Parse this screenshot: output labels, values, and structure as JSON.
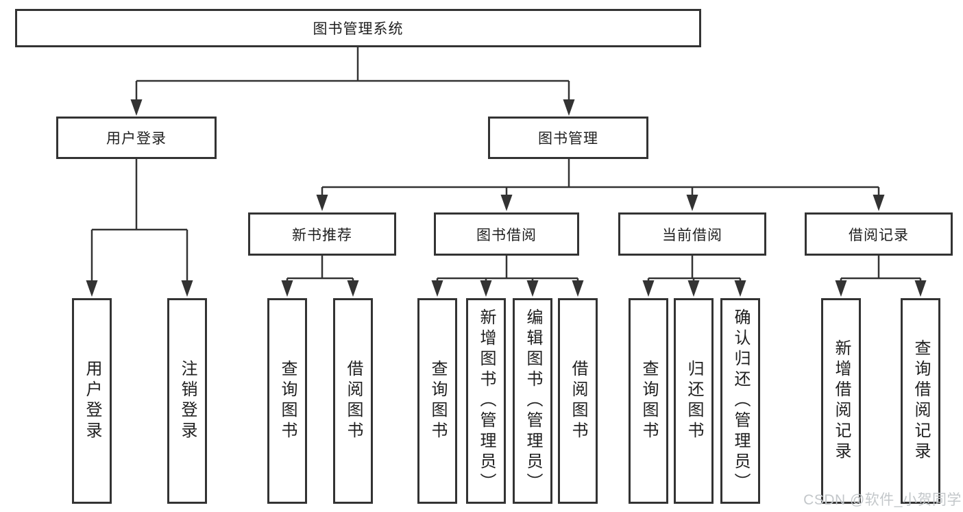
{
  "colors": {
    "line": "#333333",
    "text": "#1f1f1f",
    "background": "#ffffff",
    "watermark": "#c3c7ca"
  },
  "watermark": {
    "text": "CSDN @软件_小贺同学"
  },
  "tree": {
    "label": "图书管理系统",
    "children": [
      {
        "label": "用户登录",
        "children": [
          {
            "label": "用户登录"
          },
          {
            "label": "注销登录"
          }
        ]
      },
      {
        "label": "图书管理",
        "children": [
          {
            "label": "新书推荐",
            "children": [
              {
                "label": "查询图书"
              },
              {
                "label": "借阅图书"
              }
            ]
          },
          {
            "label": "图书借阅",
            "children": [
              {
                "label": "查询图书"
              },
              {
                "label": "新增图书（管理员）"
              },
              {
                "label": "编辑图书（管理员）"
              },
              {
                "label": "借阅图书"
              }
            ]
          },
          {
            "label": "当前借阅",
            "children": [
              {
                "label": "查询图书"
              },
              {
                "label": "归还图书"
              },
              {
                "label": "确认归还（管理员）"
              }
            ]
          },
          {
            "label": "借阅记录",
            "children": [
              {
                "label": "新增借阅记录"
              },
              {
                "label": "查询借阅记录"
              }
            ]
          }
        ]
      }
    ]
  }
}
